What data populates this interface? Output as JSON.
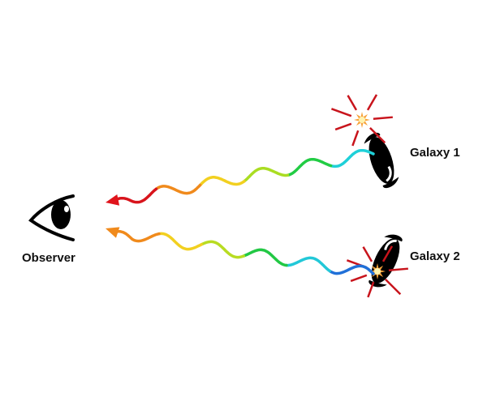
{
  "labels": {
    "observer": "Observer",
    "galaxy1": "Galaxy 1",
    "galaxy2": "Galaxy 2"
  },
  "waves": [
    {
      "name": "galaxy-1-light",
      "colors": [
        "#1fd0d8",
        "#22cc44",
        "#aadd22",
        "#f2d020",
        "#f08a1c",
        "#d8141c"
      ],
      "arrow_color": "#e0141c"
    },
    {
      "name": "galaxy-2-light",
      "colors": [
        "#2070d8",
        "#22c8d8",
        "#22c844",
        "#b8dc22",
        "#f2d020",
        "#f08a1c"
      ],
      "arrow_color": "#f08a1c"
    }
  ],
  "icons": [
    "eye-icon",
    "galaxy-icon",
    "supernova-icon"
  ]
}
